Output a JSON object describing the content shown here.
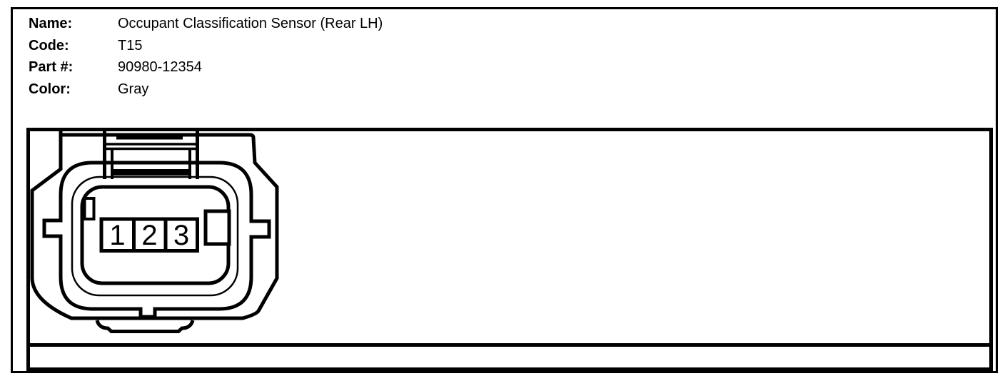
{
  "info": {
    "rows": [
      {
        "label": "Name:",
        "value": "Occupant Classification Sensor (Rear LH)"
      },
      {
        "label": "Code:",
        "value": "T15"
      },
      {
        "label": "Part #:",
        "value": "90980-12354"
      },
      {
        "label": "Color:",
        "value": "Gray"
      }
    ]
  },
  "connector": {
    "pins": [
      "1",
      "2",
      "3"
    ],
    "view": "connector face view, 3-pin with blank key cavity"
  },
  "colors": {
    "line": "#000000",
    "background": "#ffffff"
  }
}
